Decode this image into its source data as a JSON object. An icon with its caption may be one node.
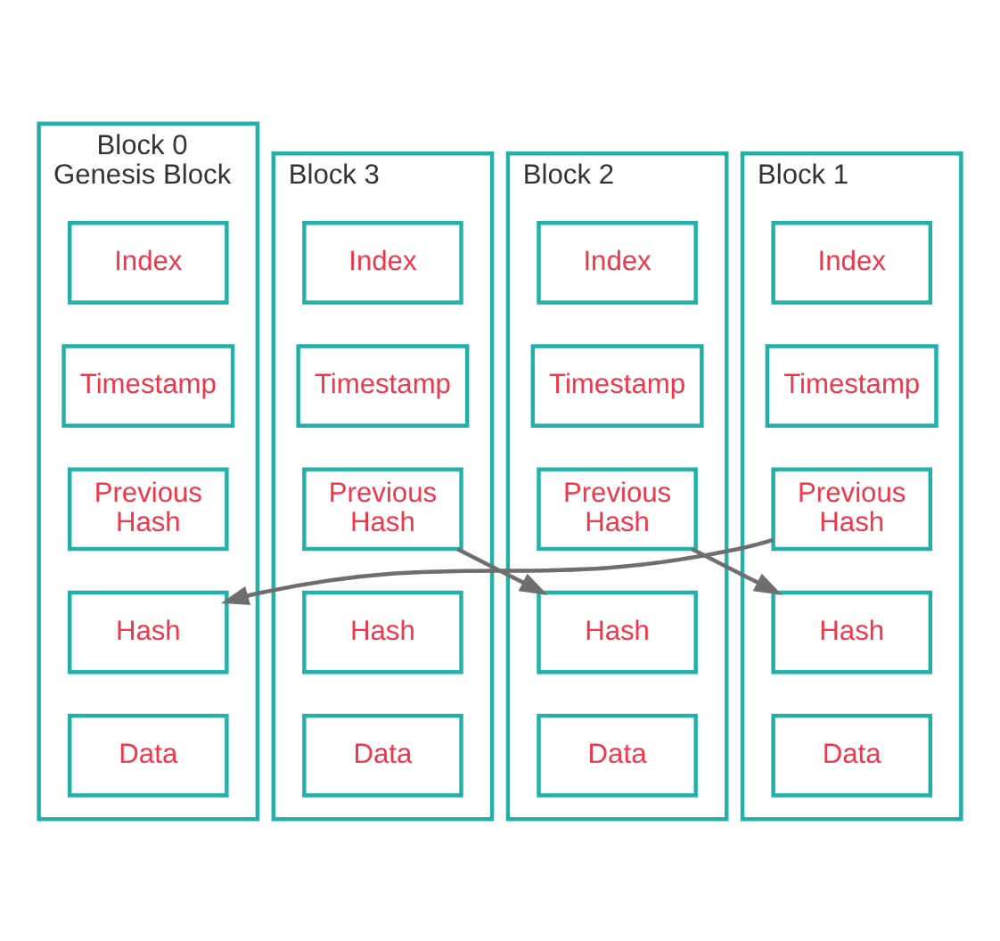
{
  "diagram": {
    "nodes": [
      {
        "text": [
          "Block 0",
          "Genesis Block"
        ]
      },
      {
        "text": [
          "Index"
        ],
        "in": 0
      },
      {
        "text": [
          "Timestamp"
        ],
        "in": 0
      },
      {
        "text": [
          "Previous Hash"
        ],
        "in": 0
      },
      {
        "text": [
          "Hash"
        ],
        "in": 0
      },
      {
        "text": [
          "Data"
        ],
        "in": 0
      },
      {
        "text": [
          "Block 1"
        ]
      },
      {
        "text": [
          "Index"
        ],
        "in": 6
      },
      {
        "text": [
          "Timestamp"
        ],
        "in": 6
      },
      {
        "text": [
          "Previous Hash"
        ],
        "in": 6
      },
      {
        "text": [
          "Hash"
        ],
        "in": 6
      },
      {
        "text": [
          "Data"
        ],
        "in": 6
      },
      {
        "text": [
          "Block 2"
        ]
      },
      {
        "text": [
          "Index"
        ],
        "in": 12
      },
      {
        "text": [
          "Timestamp"
        ],
        "in": 12
      },
      {
        "text": [
          "Previous Hash"
        ],
        "in": 12
      },
      {
        "text": [
          "Hash"
        ],
        "in": 12
      },
      {
        "text": [
          "Data"
        ],
        "in": 12
      },
      {
        "text": [
          "Block 3"
        ]
      },
      {
        "text": [
          "Index"
        ],
        "in": 18
      },
      {
        "text": [
          "Timestamp"
        ],
        "in": 18
      },
      {
        "text": [
          "Previous Hash"
        ],
        "in": 18
      },
      {
        "text": [
          "Hash"
        ],
        "in": 18
      },
      {
        "text": [
          "Data"
        ],
        "in": 18
      }
    ],
    "edges": [
      {
        "from": 9,
        "to": 4,
        "arrow": "to"
      },
      {
        "from": 15,
        "to": 10,
        "arrow": "to"
      },
      {
        "from": 21,
        "to": 16,
        "arrow": "to"
      }
    ]
  }
}
